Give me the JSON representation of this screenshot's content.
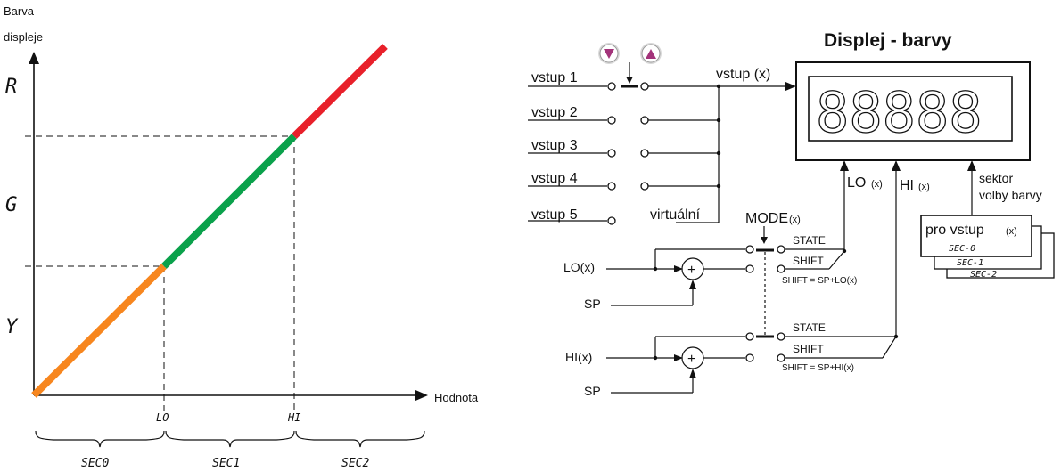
{
  "left_chart": {
    "y_axis_label_line1": "Barva",
    "y_axis_label_line2": "displeje",
    "x_axis_label": "Hodnota",
    "y_levels": [
      "R",
      "G",
      "Y"
    ],
    "x_marks": [
      "LO",
      "HI"
    ],
    "sectors": [
      "SEC0",
      "SEC1",
      "SEC2"
    ],
    "colors": {
      "orange": "#f7861e",
      "green": "#0aa14b",
      "red": "#e8202a"
    }
  },
  "right_diagram": {
    "title": "Displej - barvy",
    "display_digits": "88888",
    "inputs": [
      "vstup 1",
      "vstup 2",
      "vstup 3",
      "vstup 4",
      "vstup 5"
    ],
    "virtual_label": "virtuální",
    "input_out_label": "vstup (x)",
    "lo_label": "LO",
    "hi_label": "HI",
    "x_sub": "(x)",
    "sector_label_line1": "sektor",
    "sector_label_line2": "volby barvy",
    "mode_label": "MODE",
    "state_label": "STATE",
    "shift_label": "SHIFT",
    "shift_lo_eq": "SHIFT = SP+LO(x)",
    "shift_hi_eq": "SHIFT = SP+HI(x)",
    "lo_in": "LO(x)",
    "hi_in": "HI(x)",
    "sp_label": "SP",
    "plus": "+",
    "card_title": "pro vstup",
    "cards": [
      "SEC-0",
      "SEC-1",
      "SEC-2"
    ],
    "button_colors": {
      "fill": "#a3337a",
      "ring": "#d8d8d8"
    }
  }
}
